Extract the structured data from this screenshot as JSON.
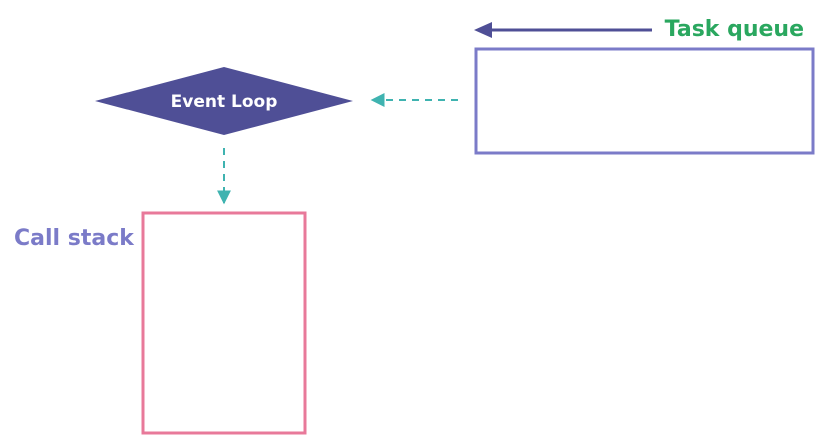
{
  "labels": {
    "event_loop": "Event Loop",
    "task_queue": "Task queue",
    "call_stack": "Call stack"
  },
  "colors": {
    "event_loop_fill": "#4f4f96",
    "event_loop_text": "#ffffff",
    "task_queue_border": "#7b7bc8",
    "task_queue_label": "#2aa75f",
    "task_queue_arrow": "#4f4f96",
    "call_stack_border": "#e8799a",
    "call_stack_label": "#7b7bc8",
    "dashed_arrow": "#3fb3b0"
  }
}
